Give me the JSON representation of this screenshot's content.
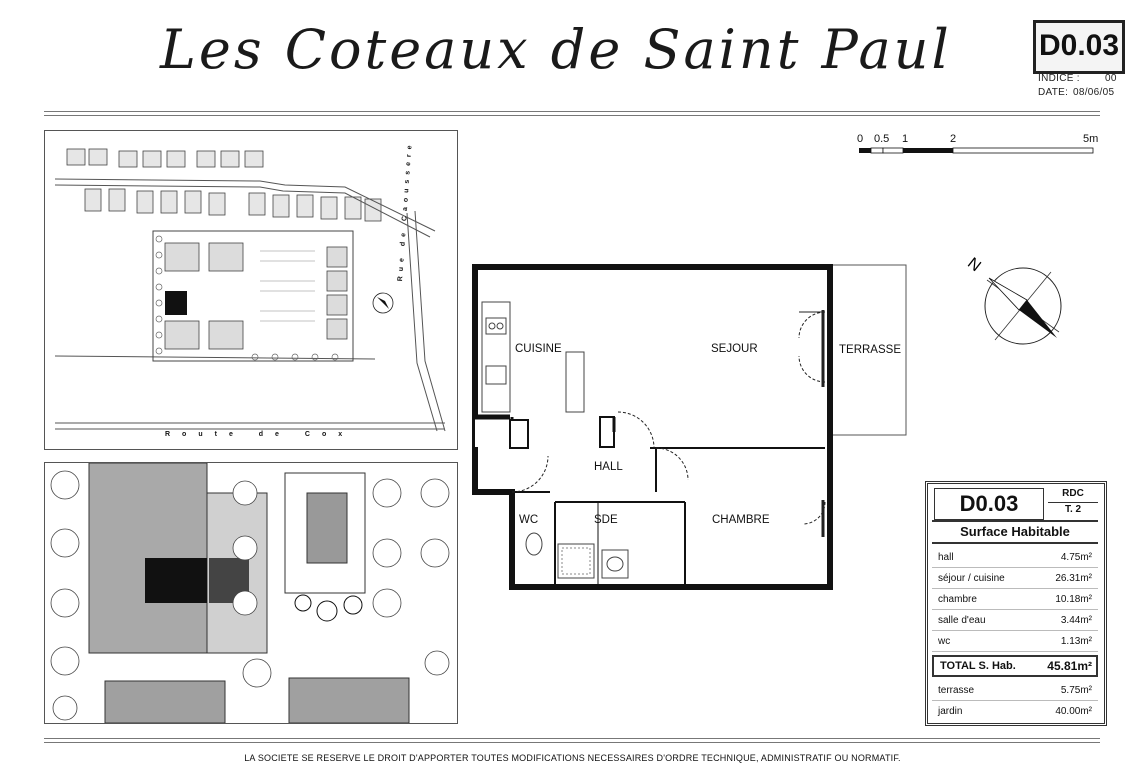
{
  "header": {
    "title": "Les Coteaux de Saint Paul",
    "lot_code": "D0.03",
    "indice_label": "INDICE :",
    "indice_value": "00",
    "date_label": "DATE:",
    "date_value": "08/06/05"
  },
  "scale_bar": {
    "ticks": [
      "0",
      "0.5",
      "1",
      "2",
      "5m"
    ]
  },
  "site_plan": {
    "road_label": "Route de Cox",
    "street_label": "Rue de Caoussere"
  },
  "floor_plan": {
    "rooms": {
      "cuisine": "CUISINE",
      "sejour": "SEJOUR",
      "terrasse": "TERRASSE",
      "hall": "HALL",
      "wc": "WC",
      "sde": "SDE",
      "chambre": "CHAMBRE"
    }
  },
  "summary": {
    "code": "D0.03",
    "level": "RDC",
    "type": "T. 2",
    "heading": "Surface Habitable",
    "rows": [
      {
        "label": "hall",
        "value": "4.75m²"
      },
      {
        "label": "séjour / cuisine",
        "value": "26.31m²"
      },
      {
        "label": "chambre",
        "value": "10.18m²"
      },
      {
        "label": "salle d'eau",
        "value": "3.44m²"
      },
      {
        "label": "wc",
        "value": "1.13m²"
      }
    ],
    "total_label": "TOTAL S. Hab.",
    "total_value": "45.81m²",
    "extras": [
      {
        "label": "terrasse",
        "value": "5.75m²"
      },
      {
        "label": "jardin",
        "value": "40.00m²"
      }
    ]
  },
  "footer": {
    "disclaimer": "LA SOCIETE SE RESERVE LE DROIT D'APPORTER TOUTES MODIFICATIONS NECESSAIRES D'ORDRE TECHNIQUE, ADMINISTRATIF OU NORMATIF."
  }
}
